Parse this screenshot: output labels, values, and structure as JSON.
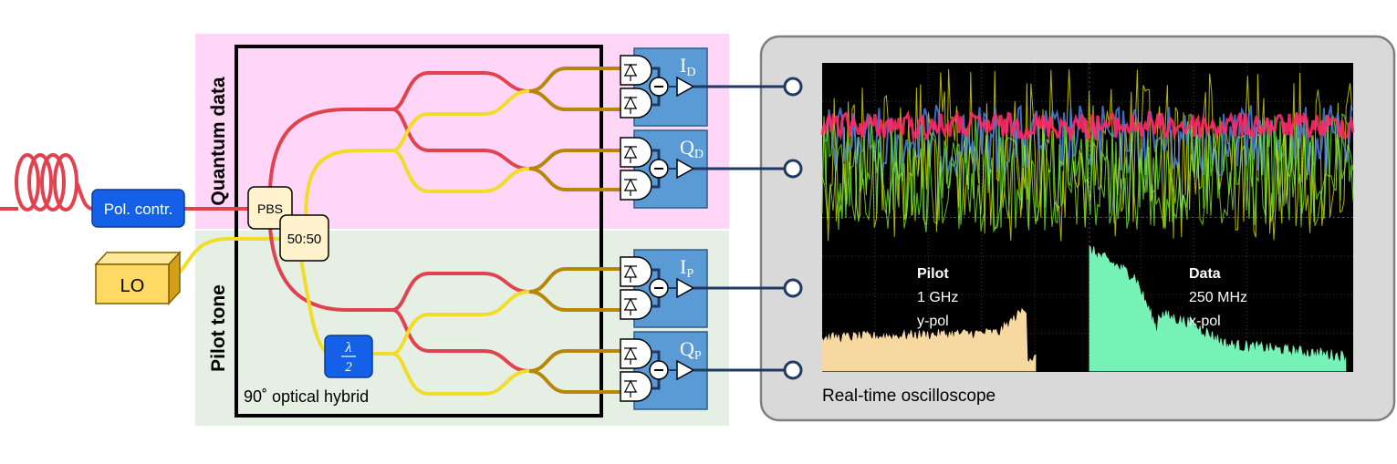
{
  "regions": {
    "quantum_data_label": "Quantum data",
    "pilot_tone_label": "Pilot tone"
  },
  "components": {
    "pol_contr": "Pol. contr.",
    "lo": "LO",
    "pbs": "PBS",
    "splitter": "50:50",
    "half_wave_plate": {
      "num": "λ",
      "den": "2"
    },
    "hybrid_label": "90˚ optical hybrid"
  },
  "detectors": [
    {
      "main": "I",
      "sub": "D"
    },
    {
      "main": "Q",
      "sub": "D"
    },
    {
      "main": "I",
      "sub": "P"
    },
    {
      "main": "Q",
      "sub": "P"
    }
  ],
  "oscilloscope": {
    "label": "Real-time oscilloscope",
    "pilot": {
      "title": "Pilot",
      "freq": "1 GHz",
      "pol": "y-pol"
    },
    "data": {
      "title": "Data",
      "freq": "250 MHz",
      "pol": "x-pol"
    }
  },
  "colors": {
    "quantum_bg": "#ffd6f7",
    "pilot_bg": "#e5efe4",
    "signal_fiber": "#e0434f",
    "lo_fiber": "#f2dc2a",
    "mixed_fiber": "#b8860b",
    "detector_box": "#5b9bd5",
    "pol_contr_box": "#1461e8",
    "lo_box": "#ffd966",
    "scope_bg": "#d9d9d9",
    "screen": "#000000",
    "pilot_spectrum": "#f6d8a0",
    "data_spectrum": "#7dffc0"
  }
}
